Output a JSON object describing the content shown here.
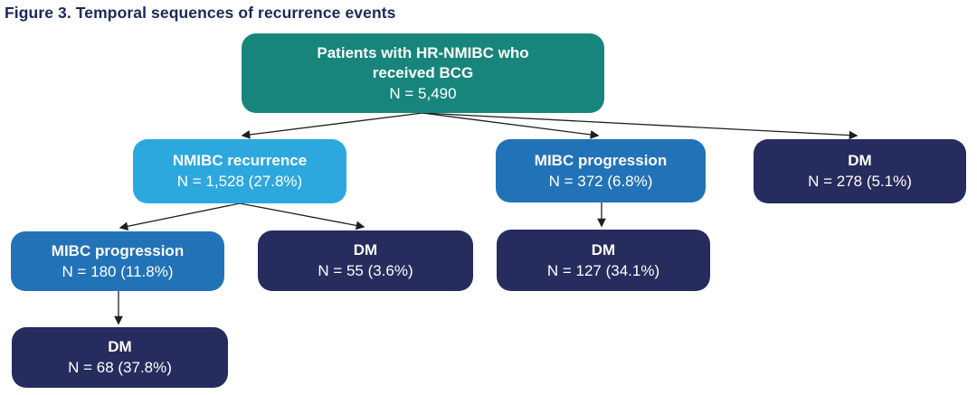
{
  "figure": {
    "title": "Figure 3. Temporal sequences of recurrence events"
  },
  "colors": {
    "teal": "#17857B",
    "light_blue": "#2CA8DF",
    "blue": "#2272B8",
    "navy": "#262C5D",
    "title_text": "#1A2A57",
    "arrow": "#1F1F1F",
    "node_text": "#FFFFFF",
    "background": "#FFFFFF"
  },
  "nodes": {
    "root": {
      "label_lines": [
        "Patients with HR-NMIBC who",
        "received BCG"
      ],
      "value": "N = 5,490"
    },
    "nmibc_recurrence": {
      "label": "NMIBC recurrence",
      "value": "N = 1,528 (27.8%)"
    },
    "mibc_progression": {
      "label": "MIBC progression",
      "value": "N = 372 (6.8%)"
    },
    "dm_direct": {
      "label": "DM",
      "value": "N = 278 (5.1%)"
    },
    "mibc_progression_after_recurrence": {
      "label": "MIBC progression",
      "value": "N = 180 (11.8%)"
    },
    "dm_after_recurrence": {
      "label": "DM",
      "value": "N = 55 (3.6%)"
    },
    "dm_after_progression": {
      "label": "DM",
      "value": "N = 127 (34.1%)"
    },
    "dm_after_mibc_after_recurrence": {
      "label": "DM",
      "value": "N = 68 (37.8%)"
    }
  }
}
